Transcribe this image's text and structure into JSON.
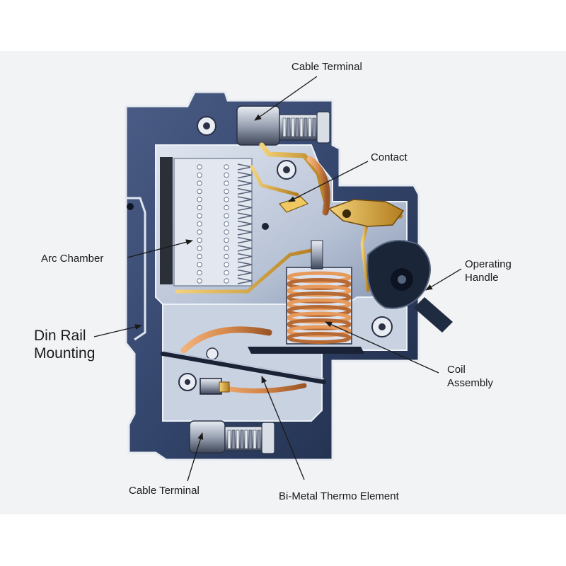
{
  "labels": {
    "cable_terminal_top": "Cable Terminal",
    "contact": "Contact",
    "arc_chamber": "Arc Chamber",
    "operating_handle_line1": "Operating",
    "operating_handle_line2": "Handle",
    "din_rail_line1": "Din Rail",
    "din_rail_line2": "Mounting",
    "coil_line1": "Coil",
    "coil_line2": "Assembly",
    "cable_terminal_bottom": "Cable Terminal",
    "bimetal": "Bi-Metal Thermo Element"
  },
  "colors": {
    "background": "#f2f3f5",
    "housing_dark": "#2e3d5e",
    "housing_light": "#b9c4d8",
    "copper": "#d7894a",
    "brass": "#d9a63a",
    "text": "#1a1a1a"
  }
}
